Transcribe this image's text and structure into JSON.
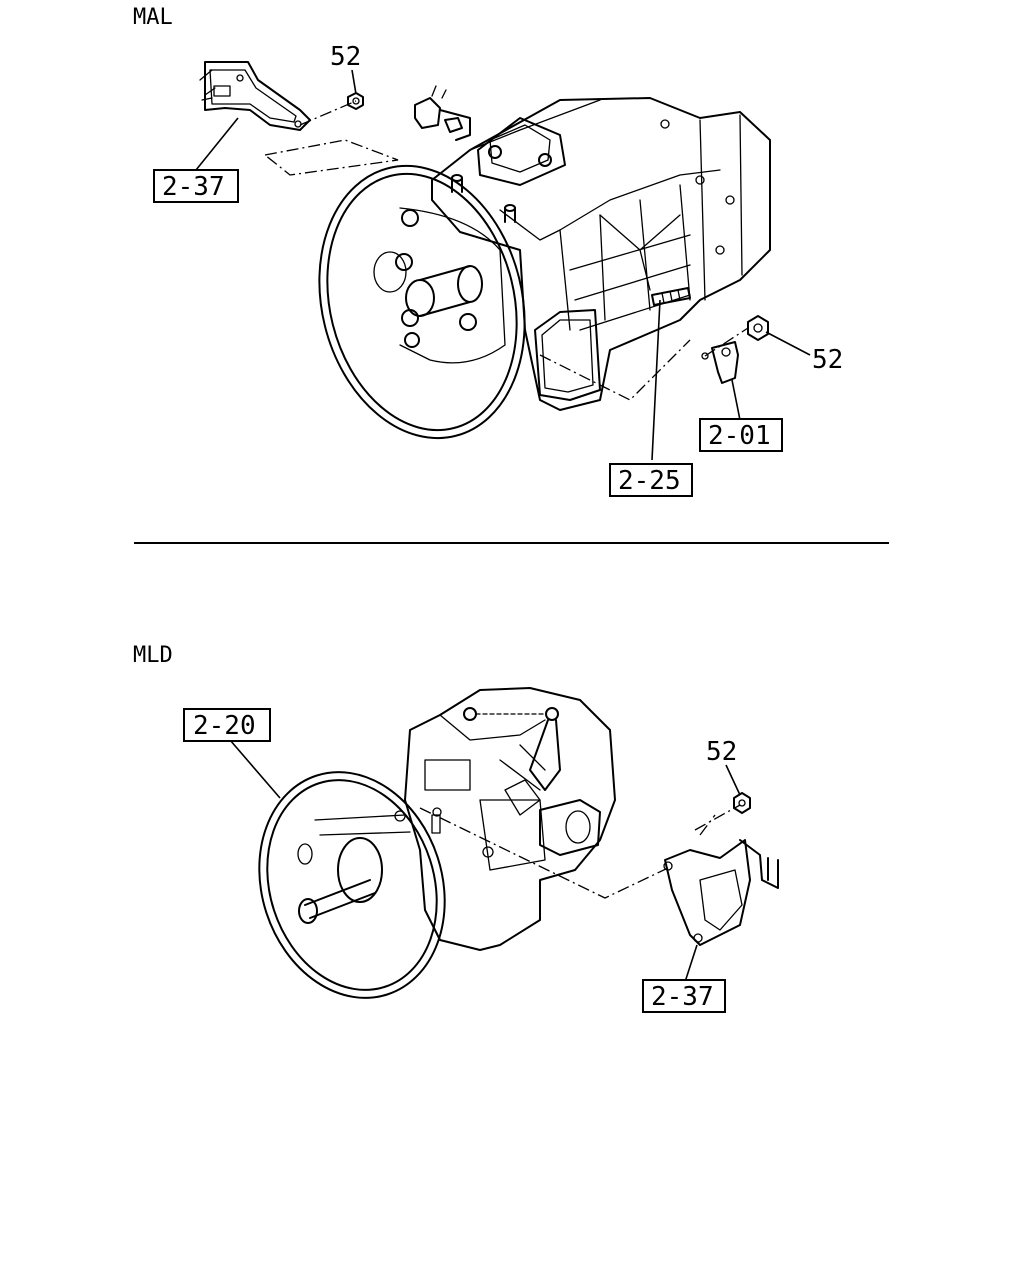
{
  "sections": [
    {
      "title": "MAL",
      "callouts": {
        "nut_top": "52",
        "bracket": "2-37",
        "nut_right": "52",
        "clip": "2-01",
        "stud": "2-25"
      }
    },
    {
      "title": "MLD",
      "callouts": {
        "assembly": "2-20",
        "nut": "52",
        "bracket": "2-37"
      }
    }
  ]
}
